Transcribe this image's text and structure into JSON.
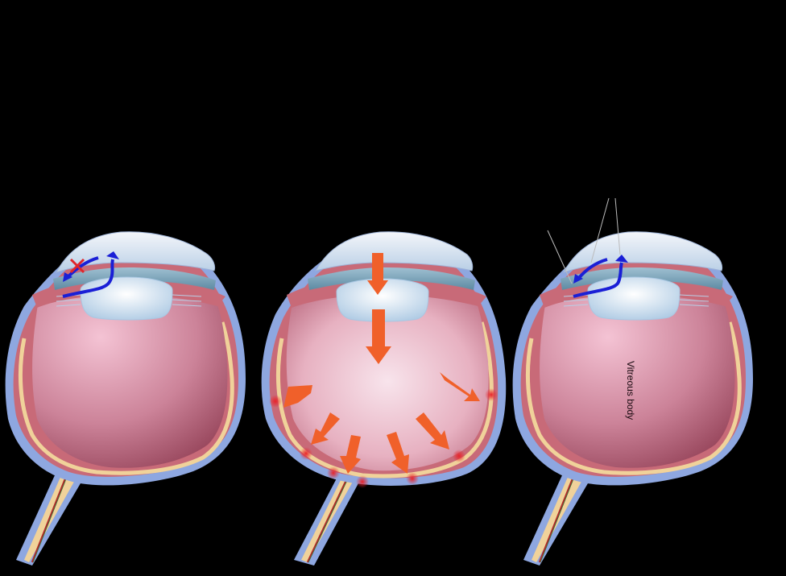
{
  "figure": {
    "title": "",
    "panels": [
      {
        "id": "left",
        "description": "Eye with blocked aqueous outflow",
        "header_label": "",
        "flow_arrows": [
          "aqueous-flow-blocked",
          "aqueous-flow-forward"
        ],
        "blocked_marker": "red-x"
      },
      {
        "id": "middle",
        "description": "Eye with increased intraocular pressure",
        "header_label": "",
        "pressure_arrow_count": 9,
        "pressure_spot_count": 7
      },
      {
        "id": "right",
        "description": "Eye with normal aqueous outflow",
        "header_label": "",
        "flow_arrows": [
          "aqueous-flow-outflow",
          "aqueous-flow-forward"
        ],
        "structure_label": "Vitreous body"
      }
    ],
    "side_label": ""
  },
  "colors": {
    "background": "#000000",
    "sclera": "#8ea7e0",
    "choroid": "#c86a78",
    "retina": "#f0d29a",
    "vitreous": "#c9788e",
    "lens": "#dfeaf5",
    "cornea": "#e6eef8",
    "flow_arrow": "#1a1fd6",
    "pressure_arrow": "#f0602a",
    "pressure_spot": "#e8232a",
    "blocked_x": "#e0262b"
  }
}
